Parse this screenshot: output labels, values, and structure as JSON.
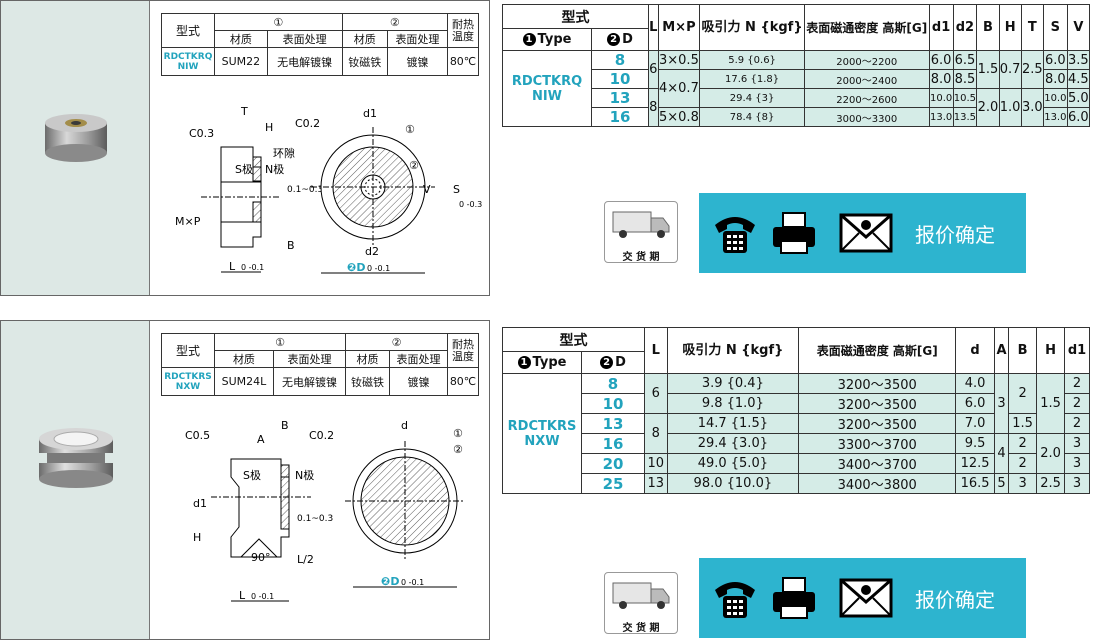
{
  "colors": {
    "accent": "#22a3bd",
    "teal_cell": "#d5ece7",
    "action_bar": "#2db4cf"
  },
  "products": [
    {
      "spec": {
        "model_label": "型式",
        "group1": "①",
        "group2": "②",
        "heat_label": "耐热温度",
        "sub": [
          "材质",
          "表面处理",
          "材质",
          "表面处理"
        ],
        "type_code": "RDCTKRQ NIW",
        "values": [
          "SUM22",
          "无电解镀镍",
          "钕磁铁",
          "镀镍",
          "80℃"
        ]
      },
      "diagram_labels": {
        "t": "T",
        "h": "H",
        "c1": "C0.3",
        "c2": "C0.2",
        "d1": "d1",
        "gap": "环隙",
        "s_pole": "S极",
        "n_pole": "N极",
        "tol": "0.1~0.3",
        "mxp": "M×P",
        "b": "B",
        "l": "L",
        "l_tol": "0 -0.1",
        "d2": "d2",
        "d": "D",
        "d_tol": "0 -0.1",
        "v": "V",
        "s": "S",
        "s_tol": "0 -0.3",
        "p1": "①",
        "p2": "②"
      },
      "table": {
        "head_model": "型式",
        "type_col": "Type",
        "d_col": "D",
        "columns": [
          "L",
          "M×P",
          "吸引力 N {kgf}",
          "表面磁通密度 高斯[G]",
          "d1",
          "d2",
          "B",
          "H",
          "T",
          "S",
          "V"
        ],
        "type_code": "RDCTKRQ NIW",
        "rows": [
          {
            "D": "8",
            "L": "6",
            "MxP": "3×0.5",
            "N": "5.9 {0.6}",
            "G": "2000～2200",
            "d1": "6.0",
            "d2": "6.5",
            "B": "1.5",
            "H": "0.7",
            "T": "2.5",
            "S": "6.0",
            "V": "3.5"
          },
          {
            "D": "10",
            "L": "",
            "MxP": "4×0.7",
            "N": "17.6 {1.8}",
            "G": "2000～2400",
            "d1": "8.0",
            "d2": "8.5",
            "B": "",
            "H": "",
            "T": "",
            "S": "8.0",
            "V": "4.5"
          },
          {
            "D": "13",
            "L": "8",
            "MxP": "",
            "N": "29.4 {3}",
            "G": "2200～2600",
            "d1": "10.0",
            "d2": "10.5",
            "B": "2.0",
            "H": "1.0",
            "T": "3.0",
            "S": "10.0",
            "V": "5.0"
          },
          {
            "D": "16",
            "L": "",
            "MxP": "5×0.8",
            "N": "78.4 {8}",
            "G": "3000～3300",
            "d1": "13.0",
            "d2": "13.5",
            "B": "",
            "H": "",
            "T": "",
            "S": "13.0",
            "V": "6.0"
          }
        ]
      }
    },
    {
      "spec": {
        "model_label": "型式",
        "group1": "①",
        "group2": "②",
        "heat_label": "耐热温度",
        "sub": [
          "材质",
          "表面处理",
          "材质",
          "表面处理"
        ],
        "type_code": "RDCTKRS NXW",
        "values": [
          "SUM24L",
          "无电解镀镍",
          "钕磁铁",
          "镀镍",
          "80℃"
        ]
      },
      "diagram_labels": {
        "b": "B",
        "a": "A",
        "c1": "C0.5",
        "c2": "C0.2",
        "d": "d",
        "s_pole": "S极",
        "n_pole": "N极",
        "d1": "d1",
        "h": "H",
        "tol": "0.1~0.3",
        "angle": "90°",
        "l2": "L/2",
        "l": "L",
        "l_tol": "0 -0.1",
        "dd": "D",
        "d_tol": "0 -0.1",
        "p1": "①",
        "p2": "②"
      },
      "table": {
        "head_model": "型式",
        "type_col": "Type",
        "d_col": "D",
        "columns": [
          "L",
          "吸引力 N {kgf}",
          "表面磁通密度 高斯[G]",
          "d",
          "A",
          "B",
          "H",
          "d1"
        ],
        "type_code": "RDCTKRS NXW",
        "rows": [
          {
            "D": "8",
            "L": "6",
            "N": "3.9 {0.4}",
            "G": "3200～3500",
            "d": "4.0",
            "A": "3",
            "B": "2",
            "H": "1.5",
            "d1": "2"
          },
          {
            "D": "10",
            "L": "",
            "N": "9.8 {1.0}",
            "G": "3200～3500",
            "d": "6.0",
            "A": "",
            "B": "",
            "H": "",
            "d1": "2"
          },
          {
            "D": "13",
            "L": "8",
            "N": "14.7 {1.5}",
            "G": "3200～3500",
            "d": "7.0",
            "A": "",
            "B": "1.5",
            "H": "",
            "d1": "2"
          },
          {
            "D": "16",
            "L": "",
            "N": "29.4 {3.0}",
            "G": "3300～3700",
            "d": "9.5",
            "A": "4",
            "B": "2",
            "H": "2.0",
            "d1": "3"
          },
          {
            "D": "20",
            "L": "10",
            "N": "49.0 {5.0}",
            "G": "3400～3700",
            "d": "12.5",
            "A": "",
            "B": "2",
            "H": "",
            "d1": "3"
          },
          {
            "D": "25",
            "L": "13",
            "N": "98.0 {10.0}",
            "G": "3400～3800",
            "d": "16.5",
            "A": "5",
            "B": "3",
            "H": "2.5",
            "d1": "3"
          }
        ]
      }
    }
  ],
  "actions": {
    "delivery_label": "交 货 期",
    "quote_label": "报价确定"
  },
  "icons": [
    "truck-icon",
    "phone-icon",
    "fax-icon",
    "mail-icon"
  ]
}
